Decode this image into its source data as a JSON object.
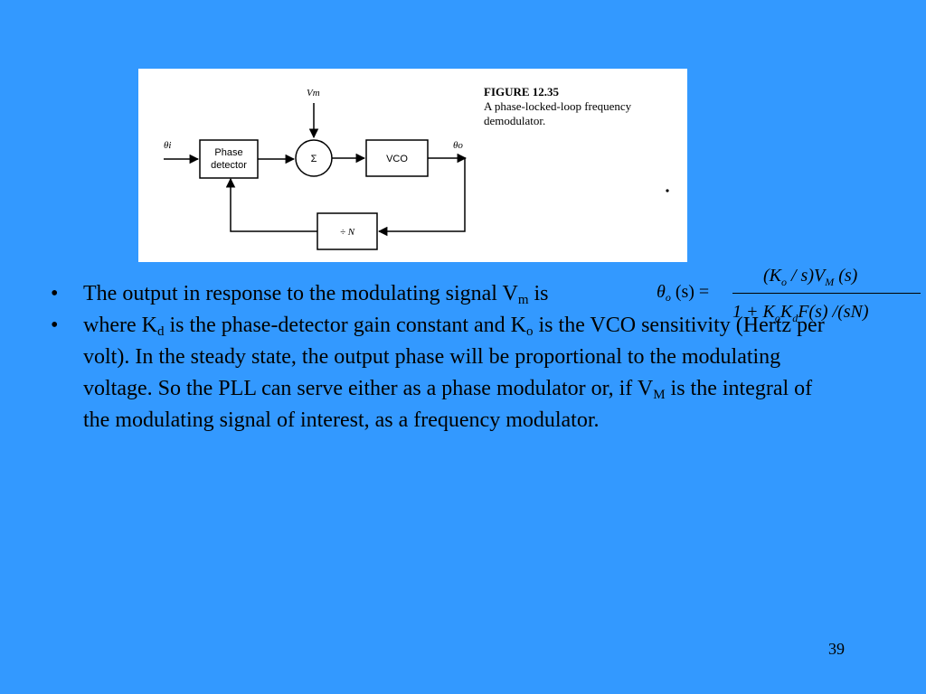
{
  "figure": {
    "number": "FIGURE 12.35",
    "caption": "A phase-locked-loop frequency demodulator.",
    "labels": {
      "theta_i": "θi",
      "vm": "Vm",
      "theta_o": "θo",
      "phase_detector_line1": "Phase",
      "phase_detector_line2": "detector",
      "summer": "Σ",
      "vco": "VCO",
      "divider": "÷ N"
    }
  },
  "bullets": [
    {
      "text_a": "The output in response to the modulating signal V",
      "sub_a": "m",
      "text_b": " is"
    },
    {
      "text_a": "where K",
      "sub_a": "d",
      "text_b": " is the phase-detector gain constant and K",
      "sub_b": "o",
      "text_c": " is the VCO sensitivity (Hertz per volt).  In the steady state, the output phase will be proportional to the modulating voltage.  So the PLL can serve either as a phase modulator or, if V",
      "sub_c": "M",
      "text_d": " is the integral of the modulating signal of interest, as a frequency modulator."
    }
  ],
  "bullet_symbol": "•",
  "formula": {
    "lhs": "θ",
    "lhs_sub": "o",
    "lhs_rest": "(s) =",
    "numerator_a": "(K",
    "numerator_sub_a": "o",
    "numerator_b": " / s)V",
    "numerator_sub_b": "M",
    "numerator_c": " (s)",
    "denominator_a": "1 + K",
    "denominator_sub_a": "o",
    "denominator_b": "K",
    "denominator_sub_b": "d",
    "denominator_c": "F(s) /(sN)"
  },
  "page_number": "39"
}
